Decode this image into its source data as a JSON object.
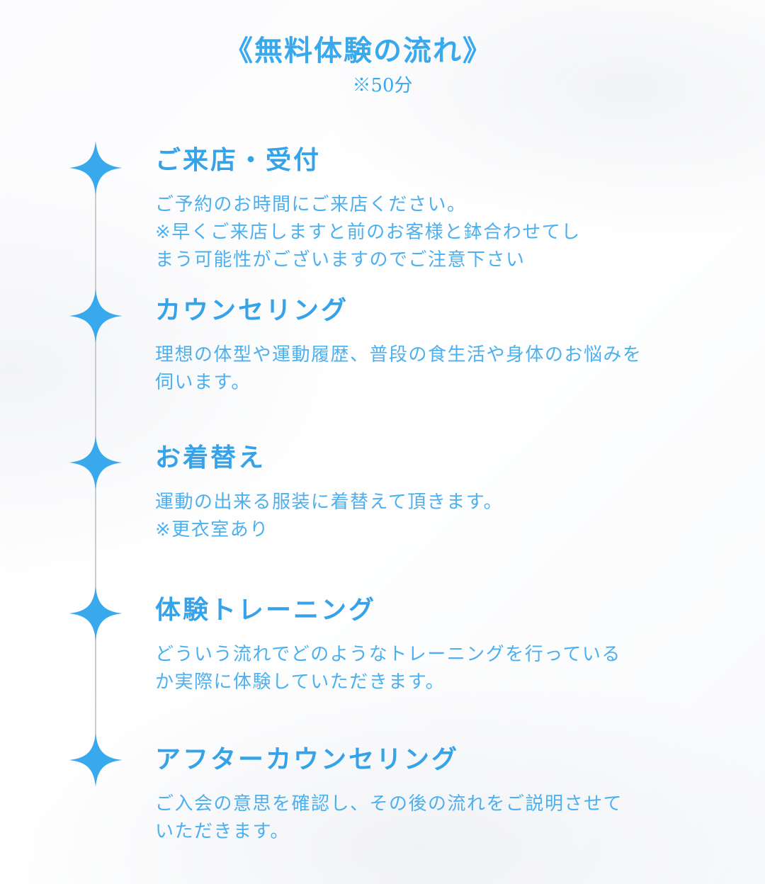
{
  "page": {
    "title": "《無料体験の流れ》",
    "subtitle": "※50分"
  },
  "colors": {
    "accent": "#38a9ed",
    "heading": "#36a3e8",
    "body_text": "#4db0ee",
    "line": "#cccccc",
    "background": "#fbfbfd"
  },
  "steps": [
    {
      "title": "ご来店・受付",
      "description": "ご予約のお時間にご来店ください。\n※早くご来店しますと前のお客様と鉢合わせてし\nまう可能性がございますのでご注意下さい"
    },
    {
      "title": "カウンセリング",
      "description": "理想の体型や運動履歴、普段の食生活や身体のお悩みを\n伺います。"
    },
    {
      "title": "お着替え",
      "description": "運動の出来る服装に着替えて頂きます。\n※更衣室あり"
    },
    {
      "title": "体験トレーニング",
      "description": "どういう流れでどのようなトレーニングを行っている\nか実際に体験していただきます。"
    },
    {
      "title": "アフターカウンセリング",
      "description": "ご入会の意思を確認し、その後の流れをご説明させて\nいただきます。"
    }
  ]
}
